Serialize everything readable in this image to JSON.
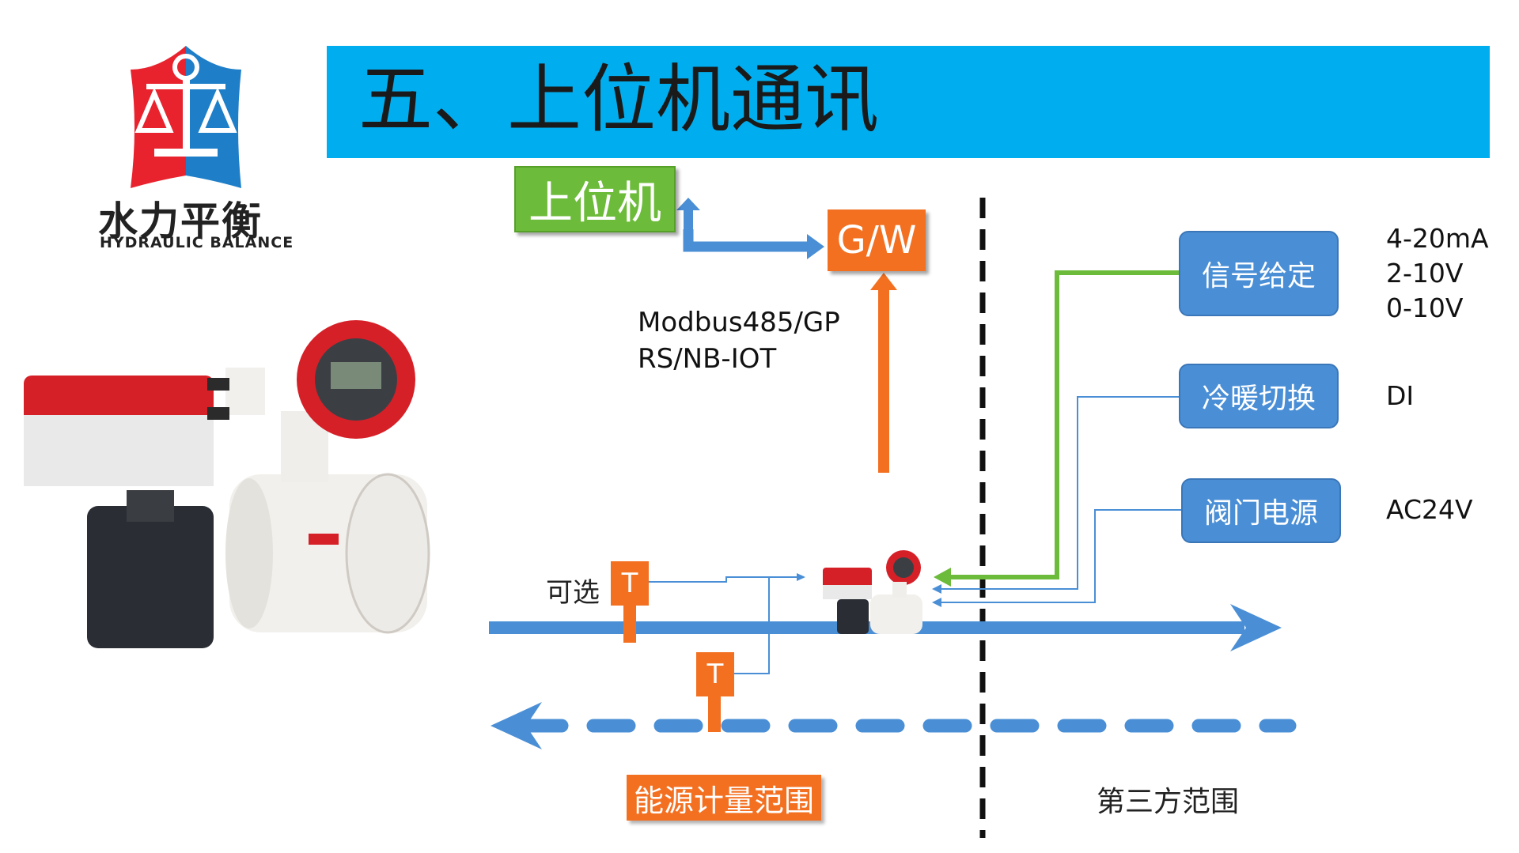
{
  "title": "五、上位机通讯",
  "logo": {
    "cn": "水力平衡",
    "en": "HYDRAULIC BALANCE",
    "colors": {
      "red": "#e8232e",
      "blue": "#1e7fc8"
    }
  },
  "nodes": {
    "host": "上位机",
    "gateway": "G/W",
    "signal": "信号给定",
    "switch": "冷暖切换",
    "power": "阀门电源"
  },
  "protocol": [
    "Modbus485/GP",
    "RS/NB-IOT"
  ],
  "side_labels": {
    "signal": [
      "4-20mA",
      "2-10V",
      "0-10V"
    ],
    "switch": "DI",
    "power": "AC24V"
  },
  "sensor_label": "T",
  "optional_label": "可选",
  "legend": {
    "energy": "能源计量范围",
    "third_party": "第三方范围"
  },
  "colors": {
    "title_bar": "#00aeef",
    "pipe_blue": "#4a8fd6",
    "green": "#6dbb3a",
    "orange": "#f37021"
  }
}
